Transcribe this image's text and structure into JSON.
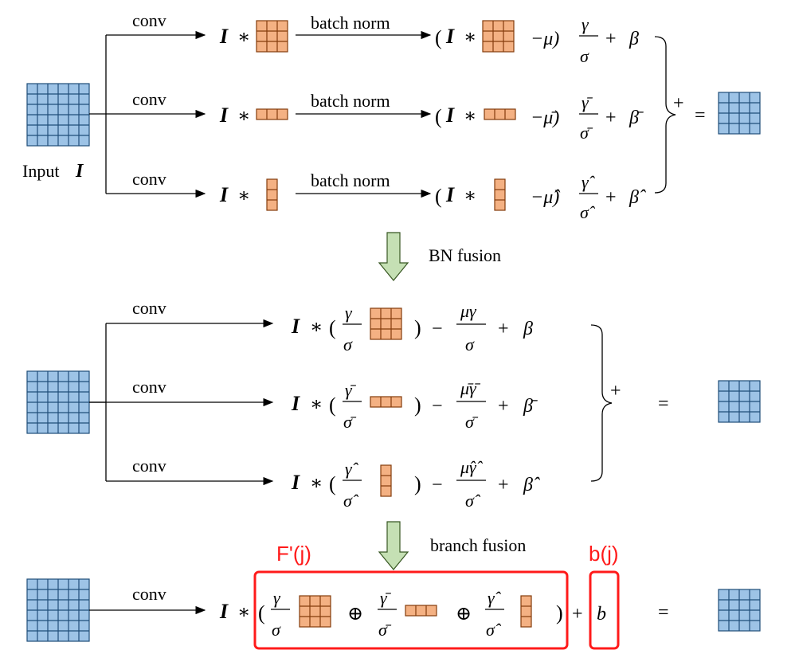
{
  "labels": {
    "conv": "conv",
    "batch_norm": "batch norm",
    "input": "Input",
    "input_var": "I",
    "bn_fusion": "BN fusion",
    "branch_fusion": "branch fusion",
    "plus": "+",
    "equals": "=",
    "fprime": "F'(j)",
    "bj": "b(j)",
    "b": "b"
  },
  "colors": {
    "input_fill": "#9dc3e6",
    "kernel_fill": "#f4b183",
    "arrow_green": "#c5e0b4",
    "highlight_red": "#ff1a1a"
  }
}
